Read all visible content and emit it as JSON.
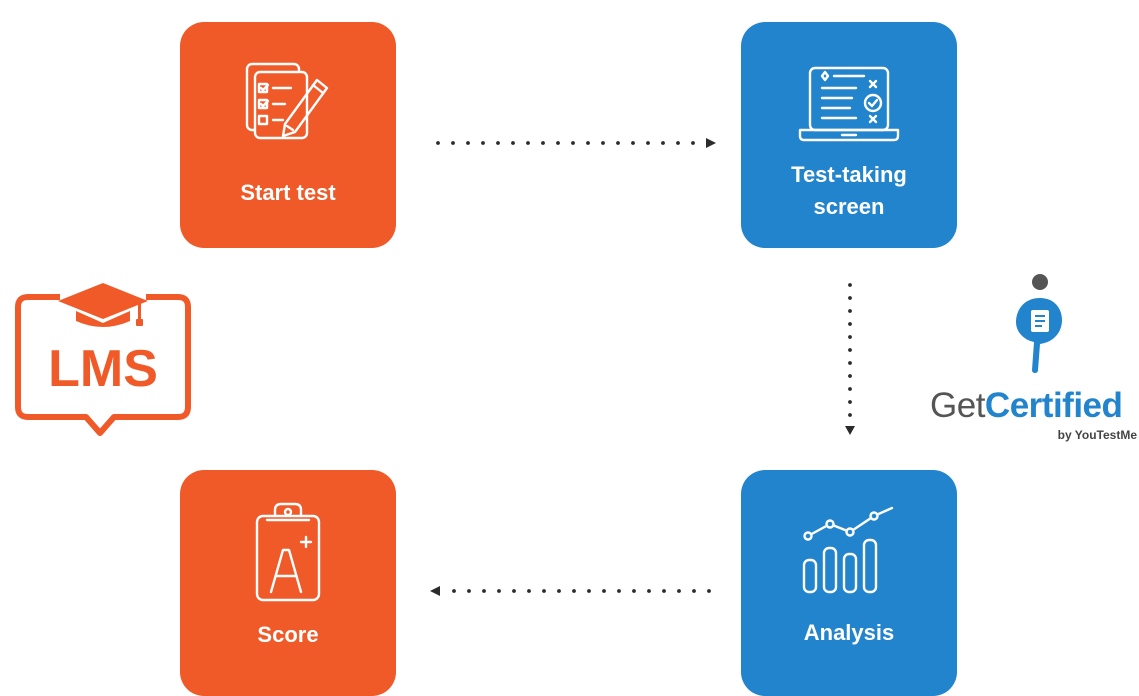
{
  "steps": {
    "start": {
      "label": "Start test",
      "icon": "checklist-pencil-icon",
      "color": "#f05a28"
    },
    "test": {
      "label_line1": "Test-taking",
      "label_line2": "screen",
      "icon": "laptop-test-icon",
      "color": "#2284cc"
    },
    "analysis": {
      "label": "Analysis",
      "icon": "bar-line-chart-icon",
      "color": "#2284cc"
    },
    "score": {
      "label": "Score",
      "icon": "clipboard-grade-icon",
      "color": "#f05a28"
    }
  },
  "lms_logo": {
    "text": "LMS",
    "icon": "graduation-cap-icon",
    "color": "#f05a28"
  },
  "getcertified_logo": {
    "word_get": "Get",
    "word_certified": "Certified",
    "byline": "by YouTestMe",
    "icon": "person-document-icon",
    "accent": "#2284cc",
    "grey": "#555555"
  },
  "connectors": [
    {
      "from": "start",
      "to": "test",
      "style": "dotted-arrow"
    },
    {
      "from": "test",
      "to": "analysis",
      "style": "dotted-arrow"
    },
    {
      "from": "analysis",
      "to": "score",
      "style": "dotted-arrow"
    }
  ]
}
